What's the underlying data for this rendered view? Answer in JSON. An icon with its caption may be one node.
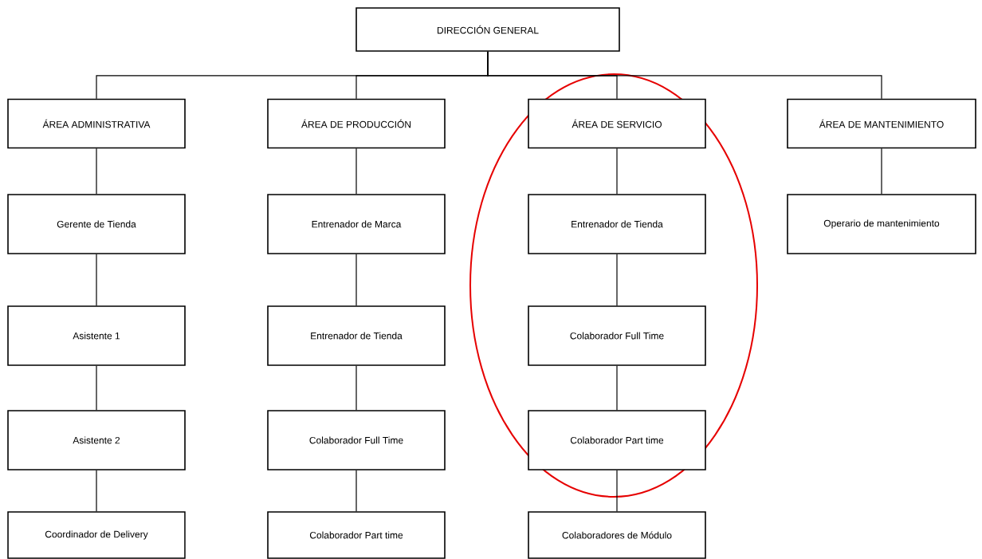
{
  "diagram": {
    "nodes": [
      {
        "text": [
          "DIRECCIÓN GENERAL"
        ]
      },
      {
        "text": [
          "ÁREA ADMINISTRATIVA"
        ]
      },
      {
        "text": [
          "ÁREA DE PRODUCCIÓN"
        ]
      },
      {
        "text": [
          "ÁREA DE SERVICIO"
        ]
      },
      {
        "text": [
          "ÁREA DE MANTENIMIENTO"
        ]
      },
      {
        "text": [
          "Gerente de Tienda"
        ]
      },
      {
        "text": [
          "Asistente 1"
        ]
      },
      {
        "text": [
          "Asistente 2"
        ]
      },
      {
        "text": [
          "Coordinador de Delivery"
        ]
      },
      {
        "text": [
          "Entrenador de Marca"
        ]
      },
      {
        "text": [
          "Entrenador de Tienda"
        ]
      },
      {
        "text": [
          "Colaborador Full Time"
        ]
      },
      {
        "text": [
          "Colaborador Part time"
        ]
      },
      {
        "text": [
          "Entrenador de Tienda"
        ]
      },
      {
        "text": [
          "Colaborador Full Time"
        ]
      },
      {
        "text": [
          "Colaborador Part time"
        ]
      },
      {
        "text": [
          "Colaboradores de Módulo"
        ]
      },
      {
        "text": [
          "Operario de mantenimiento"
        ]
      }
    ],
    "edges": [
      {
        "from": 0,
        "to": 1,
        "arrow": "none"
      },
      {
        "from": 0,
        "to": 2,
        "arrow": "none"
      },
      {
        "from": 0,
        "to": 3,
        "arrow": "none"
      },
      {
        "from": 0,
        "to": 4,
        "arrow": "none"
      },
      {
        "from": 1,
        "to": 5,
        "arrow": "none"
      },
      {
        "from": 5,
        "to": 6,
        "arrow": "none"
      },
      {
        "from": 6,
        "to": 7,
        "arrow": "none"
      },
      {
        "from": 7,
        "to": 8,
        "arrow": "none"
      },
      {
        "from": 2,
        "to": 9,
        "arrow": "none"
      },
      {
        "from": 9,
        "to": 10,
        "arrow": "none"
      },
      {
        "from": 10,
        "to": 11,
        "arrow": "none"
      },
      {
        "from": 11,
        "to": 12,
        "arrow": "none"
      },
      {
        "from": 3,
        "to": 13,
        "arrow": "none"
      },
      {
        "from": 13,
        "to": 14,
        "arrow": "none"
      },
      {
        "from": 14,
        "to": 15,
        "arrow": "none"
      },
      {
        "from": 15,
        "to": 16,
        "arrow": "none"
      },
      {
        "from": 4,
        "to": 17,
        "arrow": "none"
      }
    ]
  }
}
